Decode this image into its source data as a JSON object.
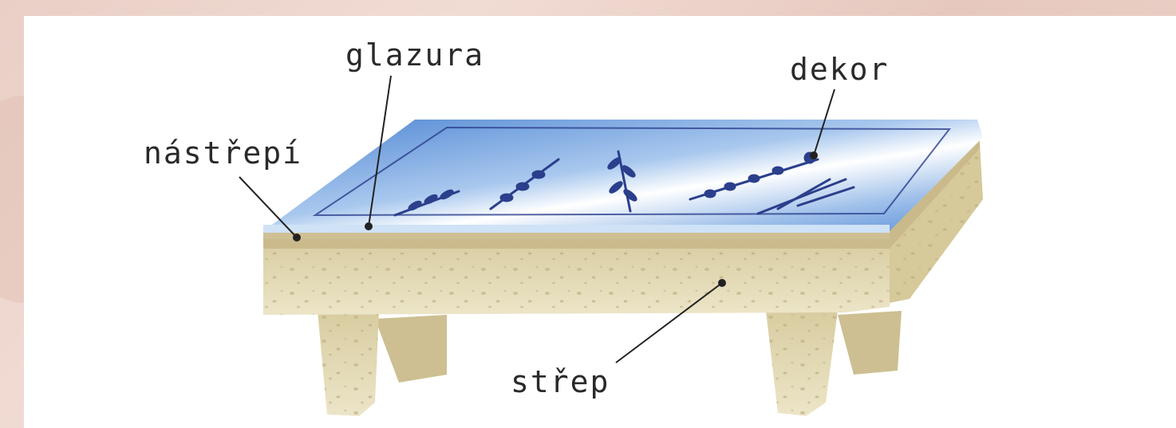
{
  "labels": {
    "glaze": "glazura",
    "decor": "dekor",
    "engobe": "nástřepí",
    "body": "střep"
  },
  "colors": {
    "background": "#ecd3ca",
    "glaze_blue": "#6f9fdc",
    "glaze_light": "#cfe2f6",
    "decor_navy": "#2b3f8c",
    "body_sand": "#e3d9b4",
    "engobe_tan": "#c9b889",
    "leader_line": "#222222"
  }
}
